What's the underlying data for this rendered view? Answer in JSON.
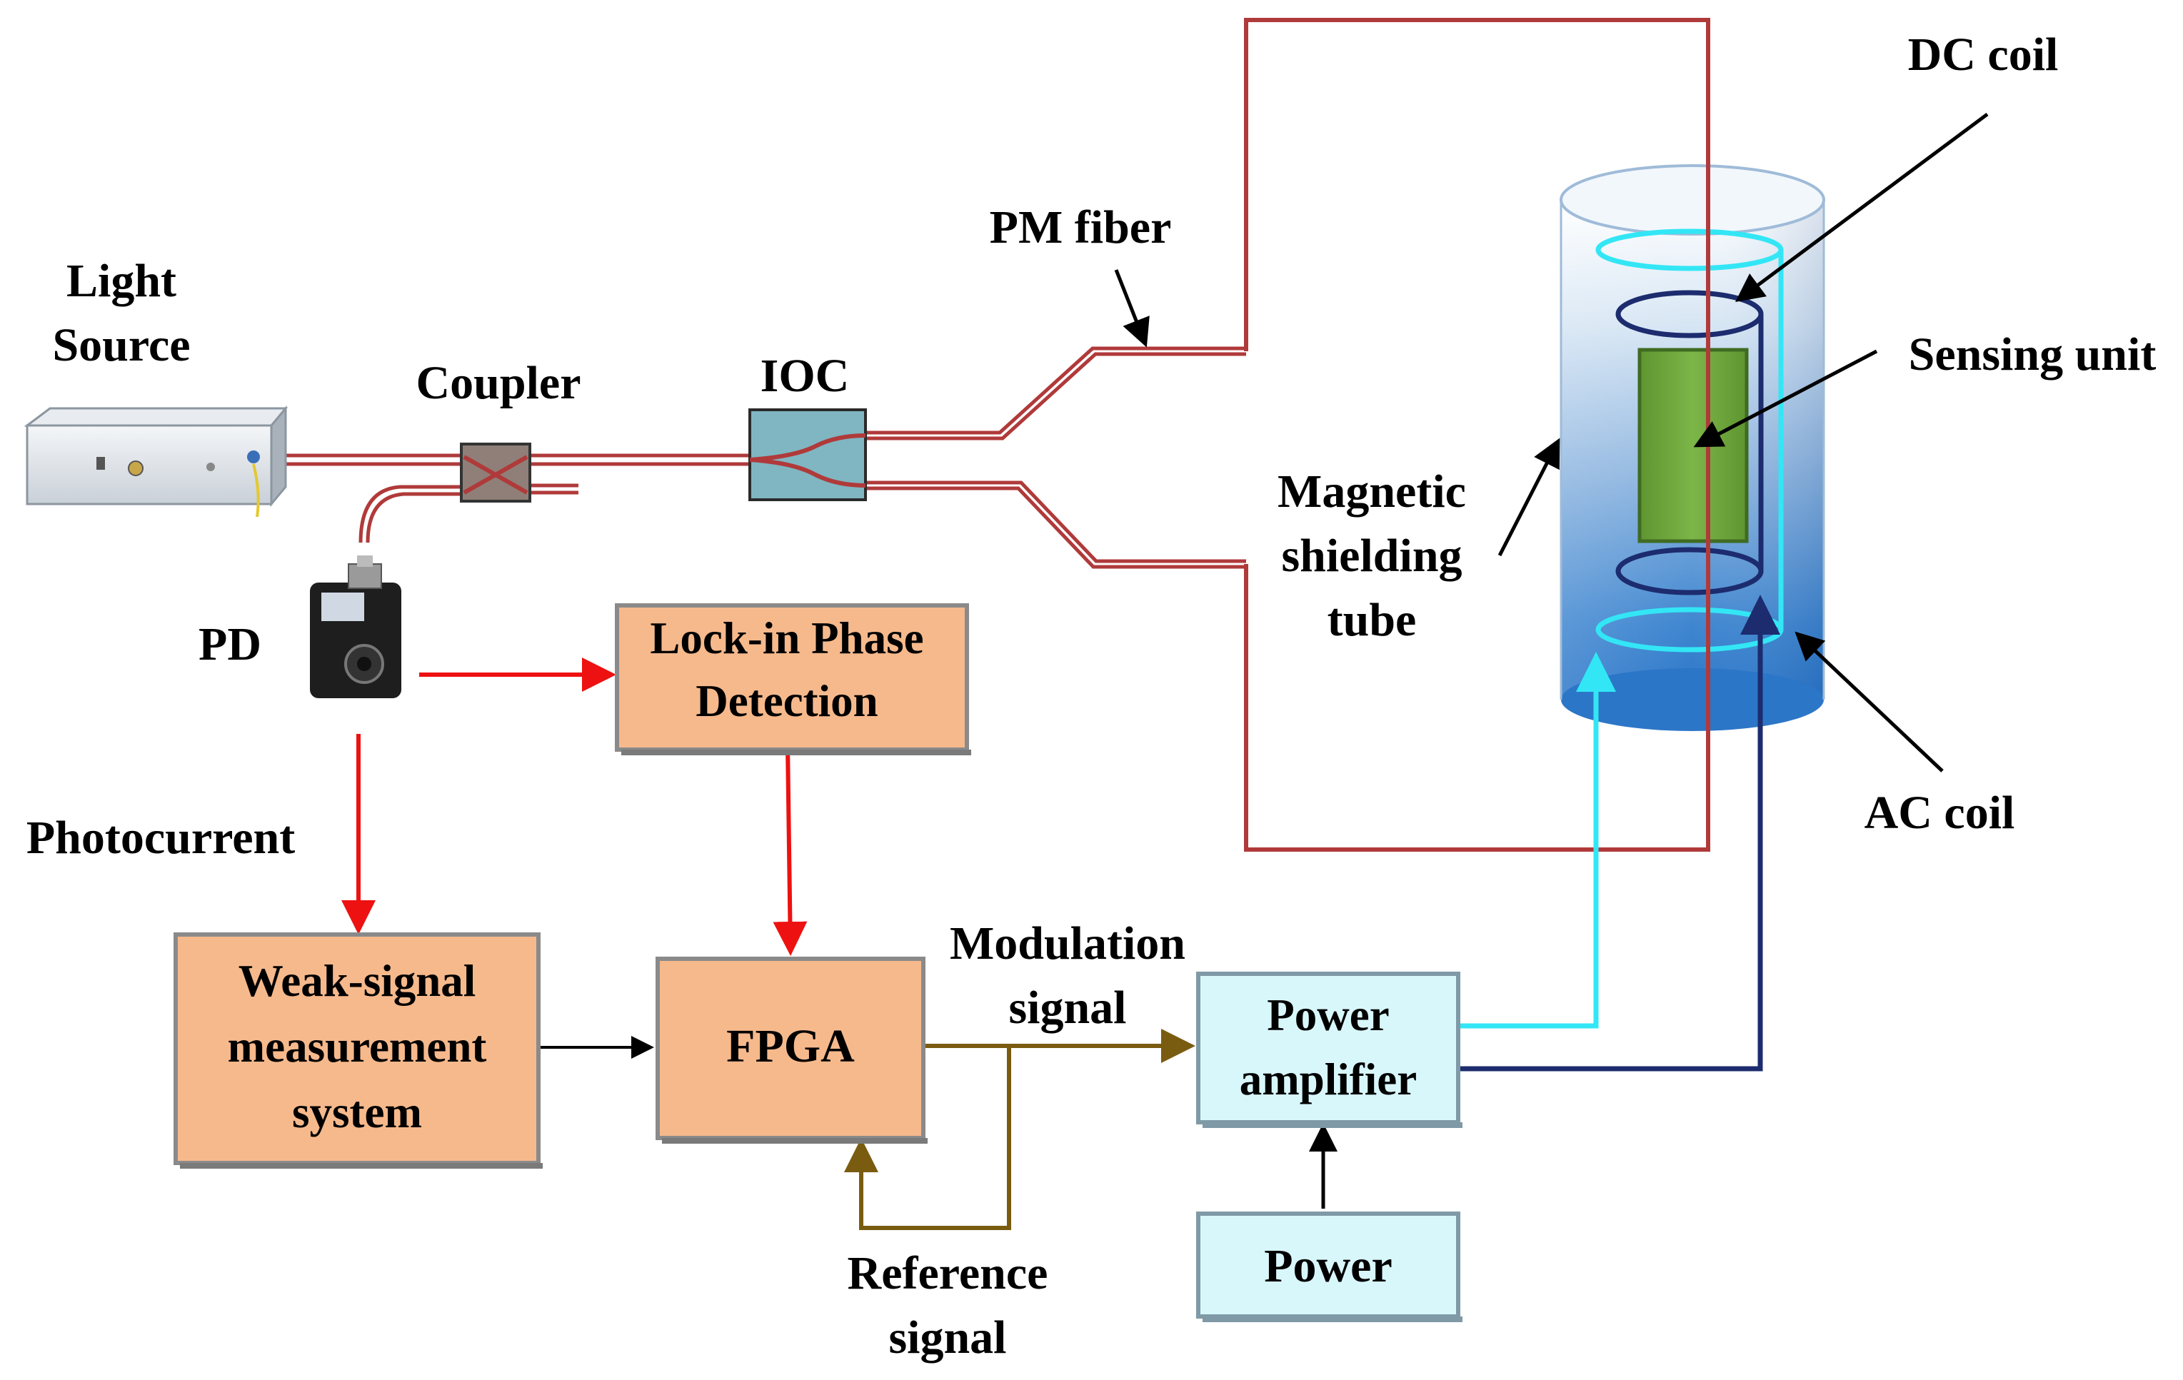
{
  "labels": {
    "light_source": [
      "Light",
      "Source"
    ],
    "coupler": "Coupler",
    "ioc": "IOC",
    "pm_fiber": "PM fiber",
    "pd": "PD",
    "photocurrent": "Photocurrent",
    "magnetic_shielding_tube": [
      "Magnetic",
      "shielding",
      "tube"
    ],
    "dc_coil": "DC coil",
    "sensing_unit": "Sensing unit",
    "ac_coil": "AC coil",
    "modulation_signal": [
      "Modulation",
      "signal"
    ],
    "reference_signal": [
      "Reference",
      "signal"
    ]
  },
  "boxes": {
    "lock_in": [
      "Lock-in Phase",
      "Detection"
    ],
    "weak_signal": [
      "Weak-signal",
      "measurement",
      "system"
    ],
    "fpga": "FPGA",
    "power_amplifier": [
      "Power",
      "amplifier"
    ],
    "power": "Power"
  },
  "colors": {
    "fiber": "#b03a3a",
    "signal_red": "#ee1111",
    "modulation": "#7a5c10",
    "cyan_line": "#33e6f5",
    "navy_line": "#1c2c6e",
    "orange_box": "#f6b98c",
    "light_blue_box": "#d8f7fb",
    "sensing_unit": "#6ea33e"
  }
}
